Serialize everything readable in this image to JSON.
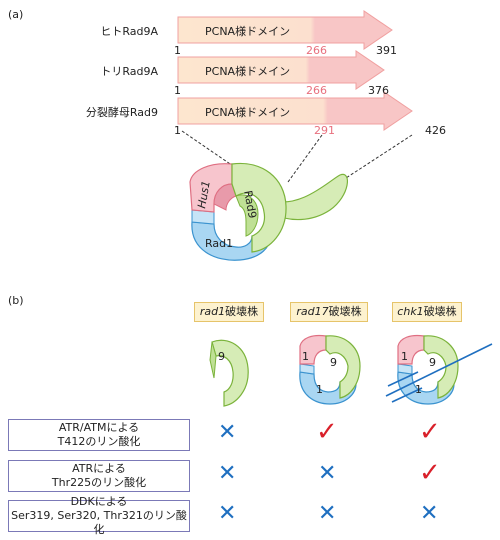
{
  "panel_a": {
    "label": "(a)",
    "domain_label": "PCNA様ドメイン",
    "rows": [
      {
        "species": "ヒトRad9A",
        "start": "1",
        "mid": "266",
        "end": "391"
      },
      {
        "species": "トリRad9A",
        "start": "1",
        "mid": "266",
        "end": "376"
      },
      {
        "species": "分裂酵母Rad9",
        "start": "1",
        "mid": "291",
        "end": "426"
      }
    ],
    "ring_labels": {
      "hus1": "Hus1",
      "rad9": "Rad9",
      "rad1": "Rad1"
    }
  },
  "panel_b": {
    "label": "(b)",
    "strains": [
      {
        "gene": "rad1",
        "suffix": "破壊株"
      },
      {
        "gene": "rad17",
        "suffix": "破壊株"
      },
      {
        "gene": "chk1",
        "suffix": "破壊株"
      }
    ],
    "ring_numbers": {
      "nine": "9",
      "one": "1"
    },
    "rows": [
      {
        "line1": "ATR/ATMによる",
        "line2": "T412のリン酸化",
        "results": [
          "✕",
          "✓",
          "✓"
        ]
      },
      {
        "line1": "ATRによる",
        "line2": "Thr225のリン酸化",
        "results": [
          "✕",
          "✕",
          "✓"
        ]
      },
      {
        "line1": "DDKによる",
        "line2": "Ser319, Ser320, Thr321のリン酸化",
        "results": [
          "✕",
          "✕",
          "✕"
        ]
      }
    ]
  },
  "colors": {
    "pink": "#e8707e",
    "green": "#8cc63f",
    "blue": "#4aa8dd",
    "red": "#d9202a",
    "cross": "#1f6fc0"
  }
}
